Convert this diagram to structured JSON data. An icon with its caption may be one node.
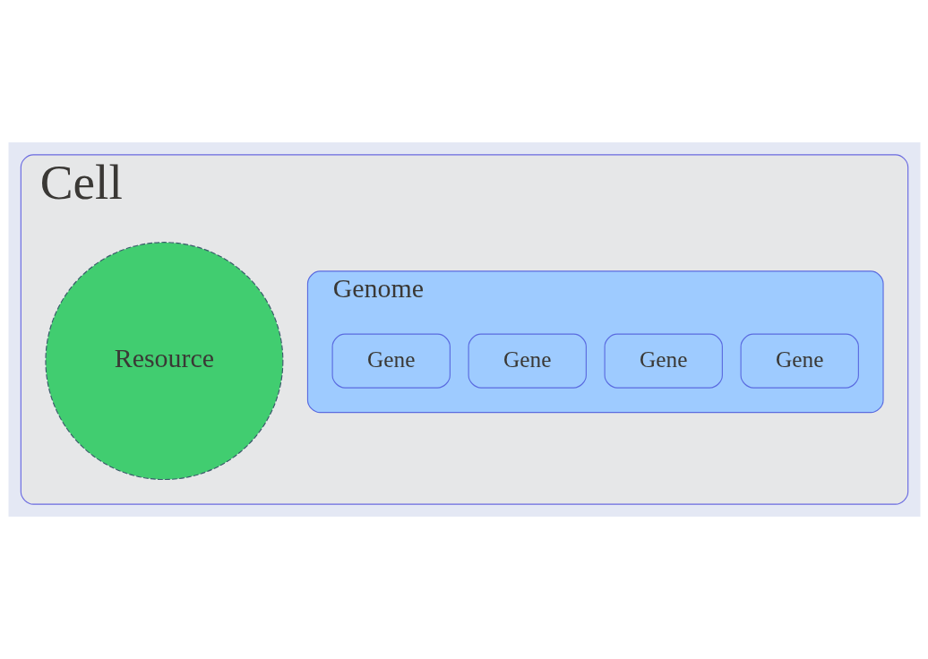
{
  "diagram": {
    "nodes": [
      {
        "text": [
          "Cell"
        ]
      },
      {
        "text": [
          "Resource"
        ],
        "in": 0
      },
      {
        "text": [
          "Genome"
        ],
        "in": 0
      },
      {
        "text": [
          "Gene"
        ],
        "in": 2
      },
      {
        "text": [
          "Gene"
        ],
        "in": 2
      },
      {
        "text": [
          "Gene"
        ],
        "in": 2
      },
      {
        "text": [
          "Gene"
        ],
        "in": 2
      }
    ]
  }
}
